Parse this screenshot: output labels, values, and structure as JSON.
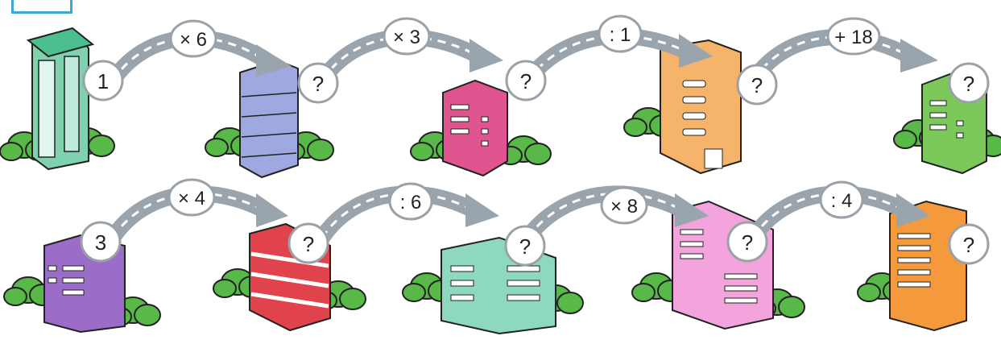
{
  "row1": {
    "start_value": "1",
    "operations": [
      "× 6",
      "× 3",
      ": 1",
      "+ 18"
    ],
    "unknowns": [
      "?",
      "?",
      "?",
      "?"
    ]
  },
  "row2": {
    "start_value": "3",
    "operations": [
      "× 4",
      ": 6",
      "× 8",
      ": 4"
    ],
    "unknowns": [
      "?",
      "?",
      "?",
      "?"
    ]
  },
  "colors": {
    "road": "#9aa4ad",
    "road_dash": "#ffffff",
    "bubble_border": "#9aa1a8",
    "bush": "#58b848",
    "outline": "#222222",
    "corner_box": "#3fa7d6"
  }
}
